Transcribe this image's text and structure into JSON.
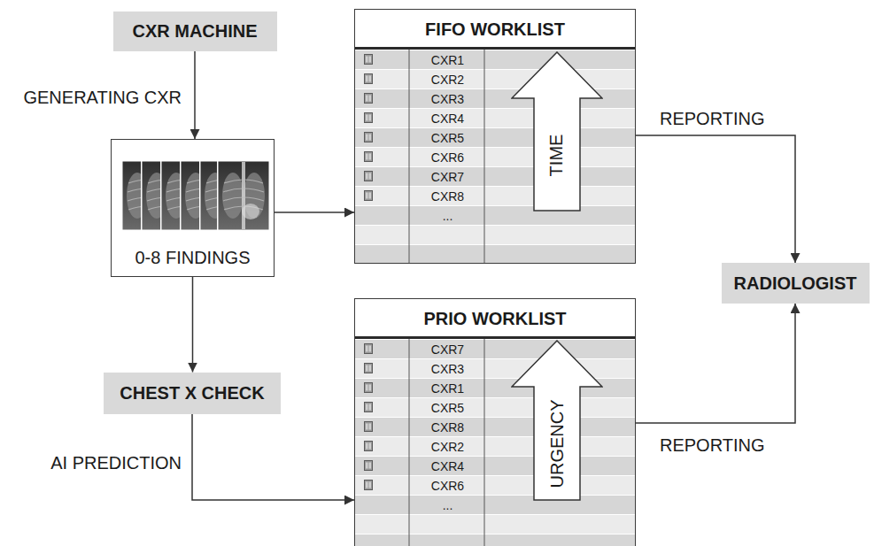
{
  "diagram": {
    "nodes": [
      {
        "text": [
          "CXR MACHINE"
        ]
      },
      {
        "text": [
          "FIFO WORKLIST",
          "CXR1",
          "CXR2",
          "CXR3",
          "CXR4",
          "CXR5",
          "CXR6",
          "CXR7",
          "CXR8",
          "..."
        ]
      },
      {
        "text": [
          "TIME"
        ],
        "in": 1
      },
      {
        "text": [
          "0-8 FINDINGS"
        ]
      },
      {
        "text": [
          "RADIOLOGIST"
        ]
      },
      {
        "text": [
          "CHEST X CHECK"
        ]
      },
      {
        "text": [
          "PRIO WORKLIST",
          "CXR7",
          "CXR3",
          "CXR1",
          "CXR5",
          "CXR8",
          "CXR2",
          "CXR4",
          "CXR6",
          "..."
        ]
      },
      {
        "text": [
          "URGENCY"
        ],
        "in": 6
      }
    ],
    "edges": [
      {
        "from": 0,
        "to": 3,
        "label": "GENERATING CXR",
        "arrow": "to"
      },
      {
        "from": 3,
        "to": 1,
        "arrow": "to"
      },
      {
        "from": 1,
        "to": 4,
        "label": "REPORTING",
        "arrow": "to"
      },
      {
        "from": 3,
        "to": 5,
        "arrow": "to"
      },
      {
        "from": 5,
        "to": 6,
        "label": "AI PREDICTION",
        "arrow": "to"
      },
      {
        "from": 6,
        "to": 4,
        "label": "REPORTING",
        "arrow": "to"
      }
    ]
  }
}
